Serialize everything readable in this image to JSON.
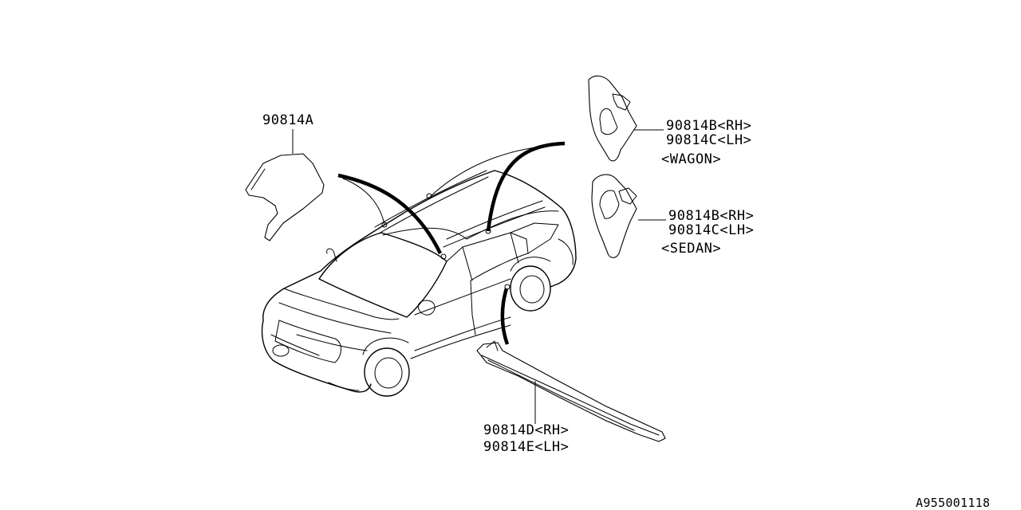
{
  "diagram_id": "A955001118",
  "parts": {
    "a": {
      "label": "90814A"
    },
    "bc_wagon": {
      "line1": "90814B<RH>",
      "line2": "90814C<LH>",
      "variant": "<WAGON>"
    },
    "bc_sedan": {
      "line1": "90814B<RH>",
      "line2": "90814C<LH>",
      "variant": "<SEDAN>"
    },
    "de": {
      "line1": "90814D<RH>",
      "line2": "90814E<LH>"
    }
  }
}
